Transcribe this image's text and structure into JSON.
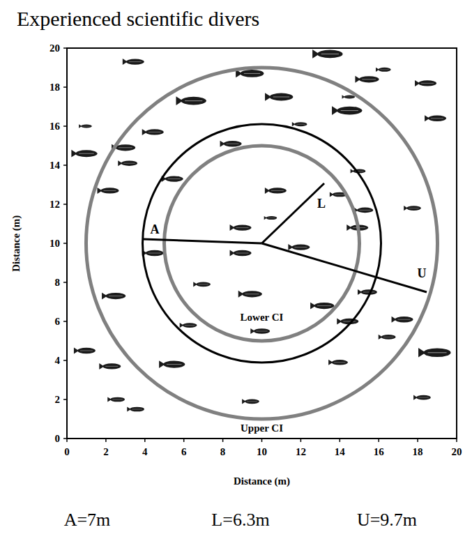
{
  "diagram": {
    "title": "Experienced scientific divers",
    "labels": [
      "0",
      "2",
      "4",
      "6",
      "8",
      "10",
      "12",
      "14",
      "16",
      "18",
      "20",
      "0",
      "2",
      "4",
      "6",
      "8",
      "10",
      "12",
      "14",
      "16",
      "18",
      "20",
      "Distance (m)",
      "Distance (m)",
      "A",
      "L",
      "U",
      "Lower CI",
      "Upper CI",
      "A=7m",
      "L=6.3m",
      "U=9.7m"
    ]
  }
}
